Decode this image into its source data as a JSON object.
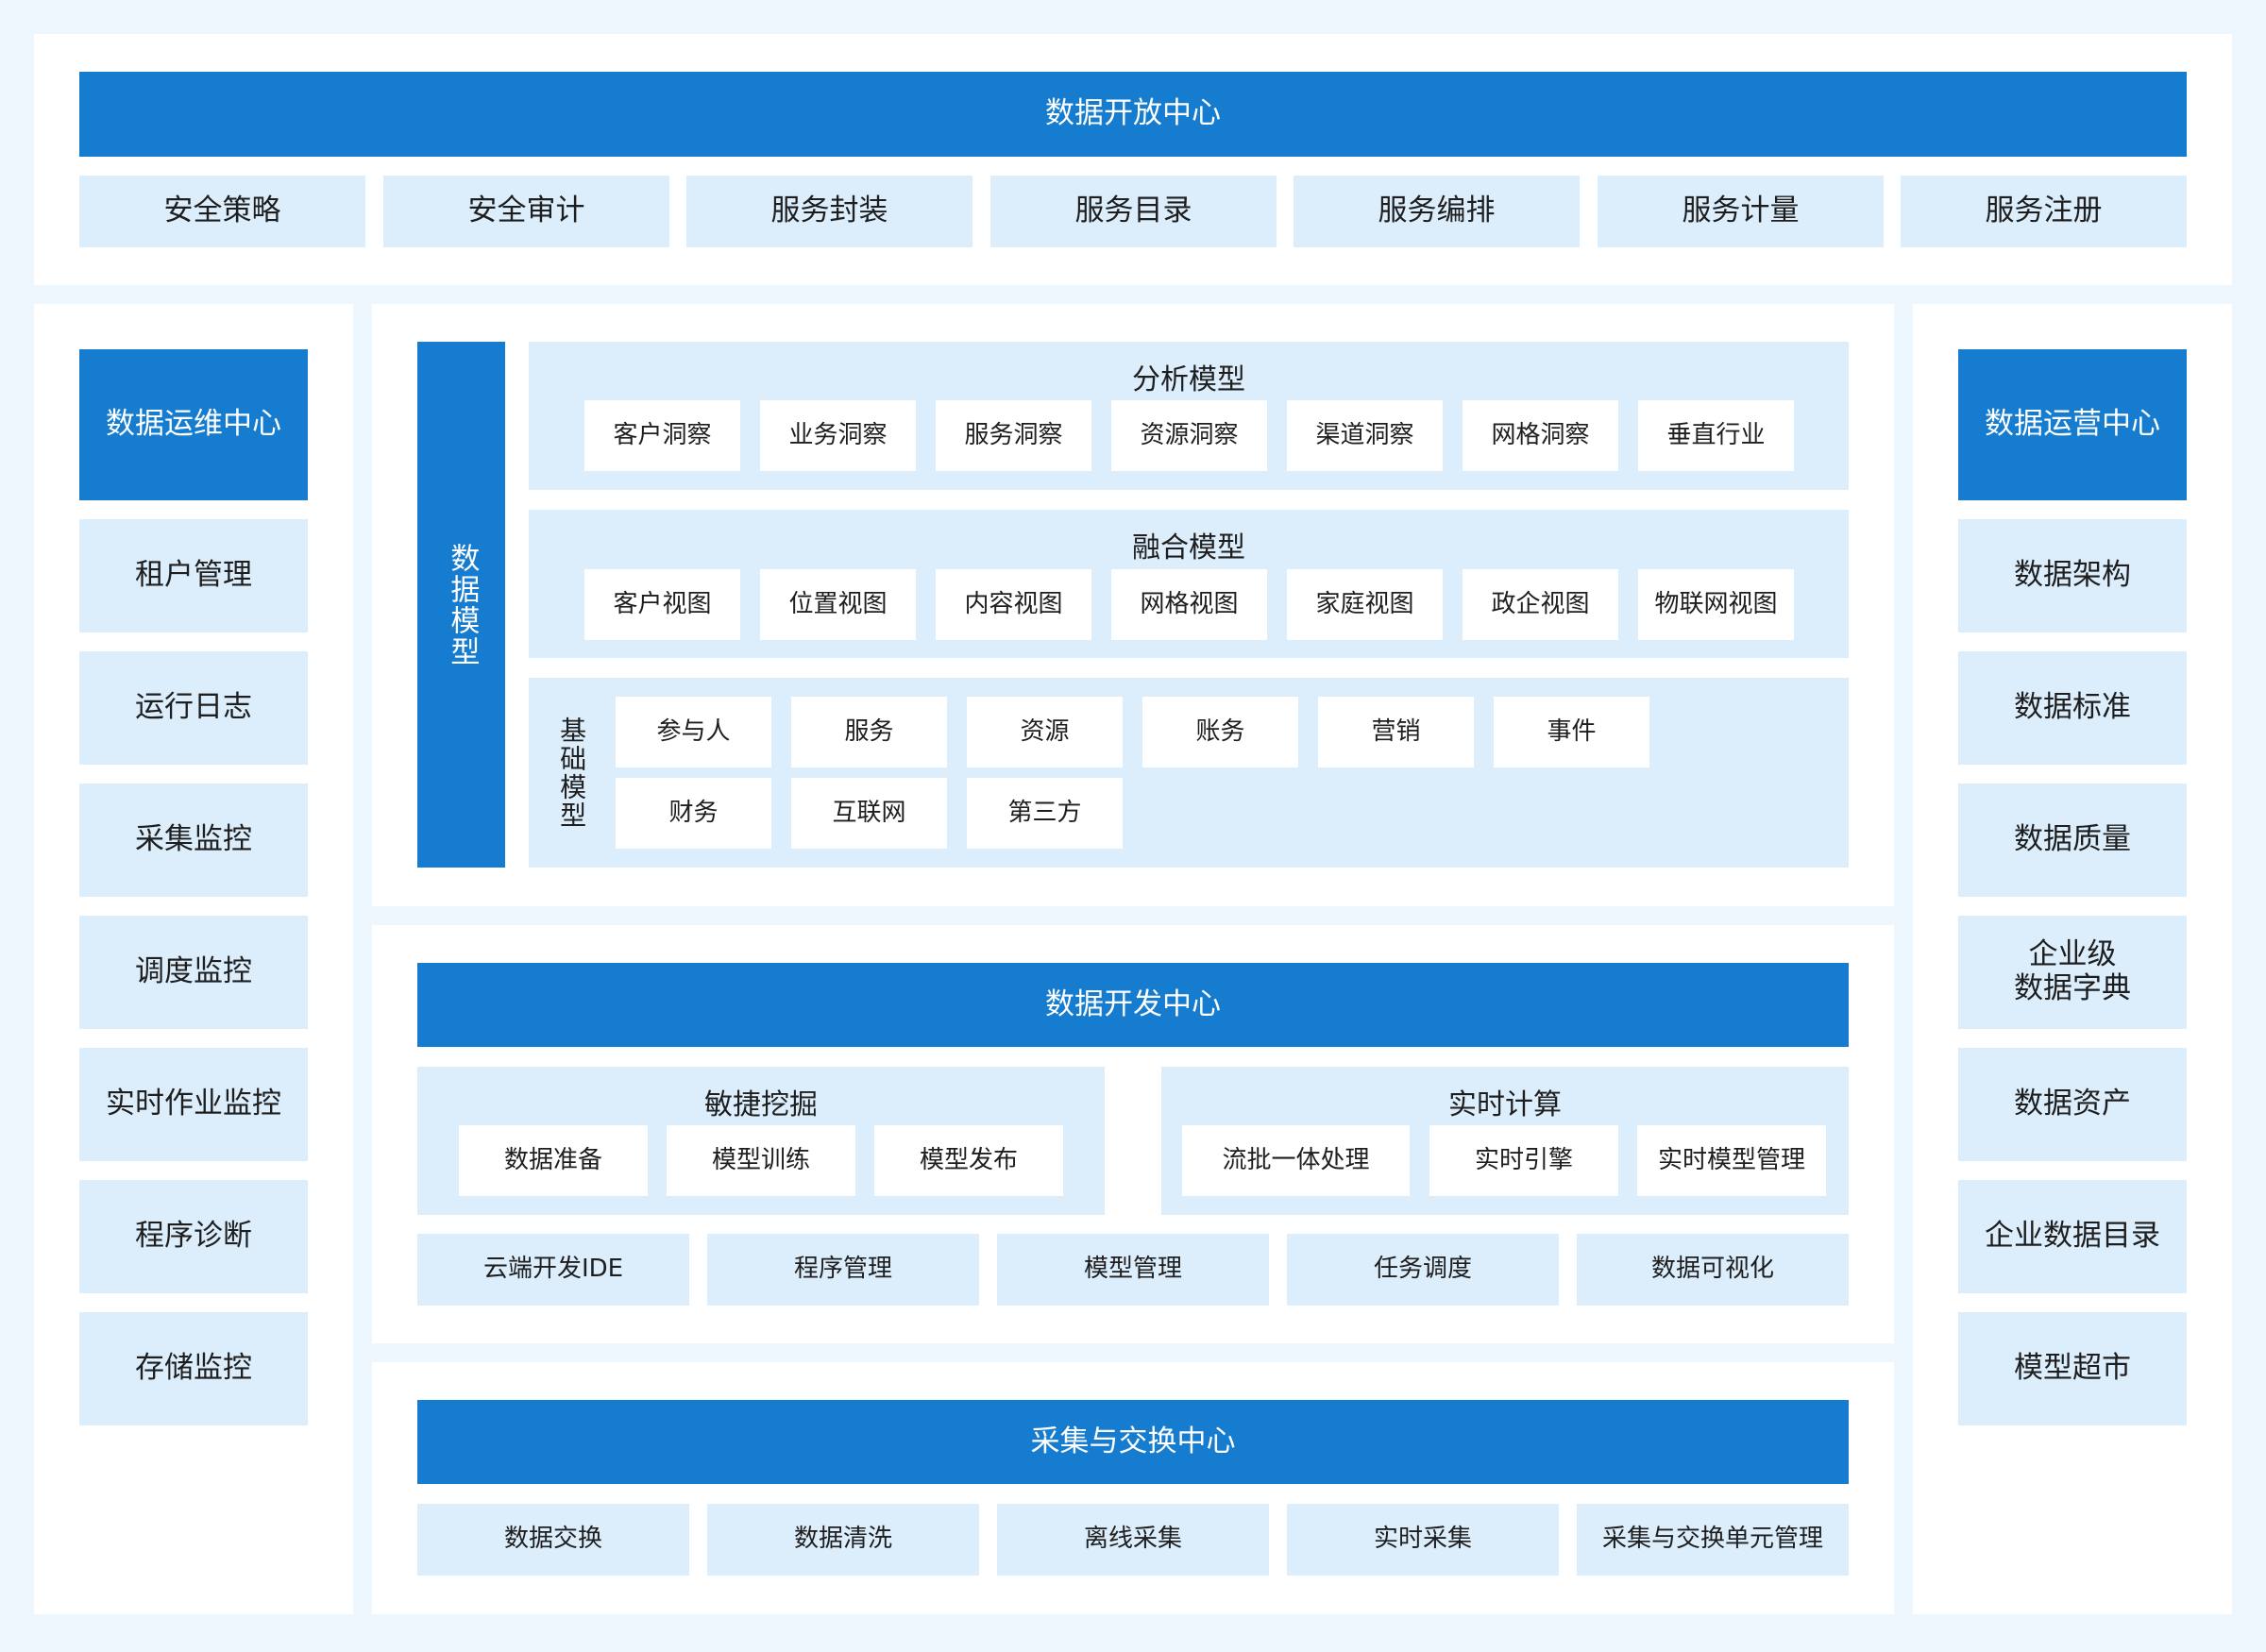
{
  "open_center": {
    "title": "数据开放中心",
    "items": [
      "安全策略",
      "安全审计",
      "服务封装",
      "服务目录",
      "服务编排",
      "服务计量",
      "服务注册"
    ]
  },
  "ops_center": {
    "title": "数据运维中心",
    "items": [
      "租户管理",
      "运行日志",
      "采集监控",
      "调度监控",
      "实时作业监控",
      "程序诊断",
      "存储监控"
    ]
  },
  "operate_center": {
    "title": "数据运营中心",
    "items": [
      "数据架构",
      "数据标准",
      "数据质量",
      "企业级\n数据字典",
      "数据资产",
      "企业数据目录",
      "模型超市"
    ]
  },
  "data_model": {
    "title": "数据模型",
    "analysis": {
      "title": "分析模型",
      "items": [
        "客户洞察",
        "业务洞察",
        "服务洞察",
        "资源洞察",
        "渠道洞察",
        "网格洞察",
        "垂直行业"
      ]
    },
    "fusion": {
      "title": "融合模型",
      "items": [
        "客户视图",
        "位置视图",
        "内容视图",
        "网格视图",
        "家庭视图",
        "政企视图",
        "物联网视图"
      ]
    },
    "base": {
      "title": "基础模型",
      "items": [
        "参与人",
        "服务",
        "资源",
        "账务",
        "营销",
        "事件",
        "财务",
        "互联网",
        "第三方"
      ]
    }
  },
  "dev_center": {
    "title": "数据开发中心",
    "agile": {
      "title": "敏捷挖掘",
      "items": [
        "数据准备",
        "模型训练",
        "模型发布"
      ]
    },
    "realtime": {
      "title": "实时计算",
      "items": [
        "流批一体处理",
        "实时引擎",
        "实时模型管理"
      ]
    },
    "tools": [
      "云端开发IDE",
      "程序管理",
      "模型管理",
      "任务调度",
      "数据可视化"
    ]
  },
  "collect_center": {
    "title": "采集与交换中心",
    "items": [
      "数据交换",
      "数据清洗",
      "离线采集",
      "实时采集",
      "采集与交换单元管理"
    ]
  },
  "colors": {
    "primary": "#167ccf",
    "light": "#dcedfc",
    "background": "#eef6fe"
  }
}
